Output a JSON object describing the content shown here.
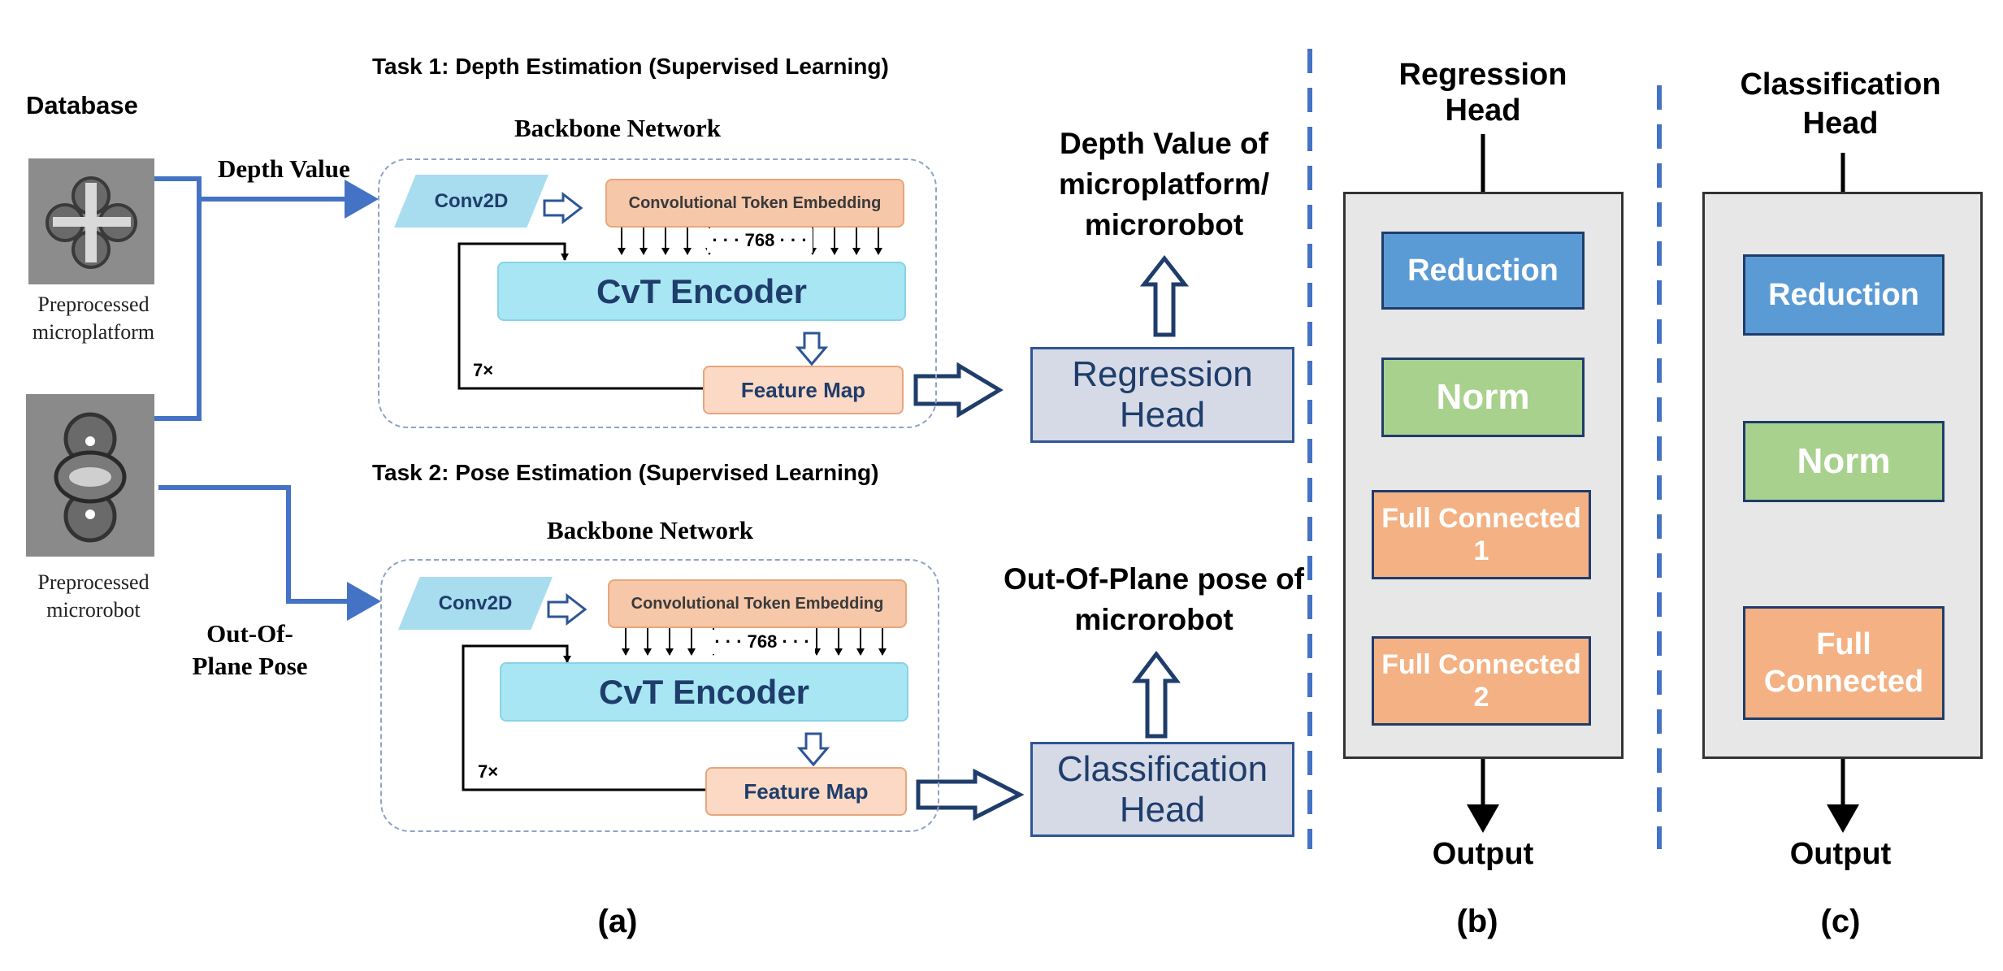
{
  "panel_a": {
    "database_label": "Database",
    "image1_caption": "Preprocessed microplatform",
    "image2_caption": "Preprocessed microrobot",
    "depth_value_label": "Depth Value",
    "out_of_plane_label": "Out-Of-Plane Pose",
    "task1": {
      "title": "Task 1: Depth Estimation (Supervised Learning)",
      "backbone": "Backbone Network",
      "conv2d": "Conv2D",
      "token": "Convolutional Token Embedding",
      "dim": "· · · 768 · · ·",
      "encoder": "CvT Encoder",
      "repeat": "7×",
      "feature_map": "Feature Map",
      "head": "Regression Head",
      "output": "Depth Value of microplatform/ microrobot"
    },
    "task2": {
      "title": "Task 2: Pose Estimation (Supervised Learning)",
      "backbone": "Backbone Network",
      "conv2d": "Conv2D",
      "token": "Convolutional Token Embedding",
      "dim": "· · · 768 · · ·",
      "encoder": "CvT Encoder",
      "repeat": "7×",
      "feature_map": "Feature Map",
      "head": "Classification Head",
      "output": "Out-Of-Plane pose of microrobot"
    },
    "caption": "(a)"
  },
  "panel_b": {
    "title": "Regression Head",
    "reduction": "Reduction",
    "norm": "Norm",
    "fc1": "Full Connected 1",
    "fc2": "Full Connected 2",
    "output": "Output",
    "caption": "(b)"
  },
  "panel_c": {
    "title": "Classification Head",
    "reduction": "Reduction",
    "norm": "Norm",
    "fc": "Full Connected",
    "output": "Output",
    "caption": "(c)"
  },
  "colors": {
    "connector_blue": "#4472c4",
    "head_border": "#2e5597",
    "reduction": "#5b9bd5",
    "norm": "#a9d18e",
    "full_connected": "#f4b183",
    "panel_bg": "#e7e7e7"
  }
}
